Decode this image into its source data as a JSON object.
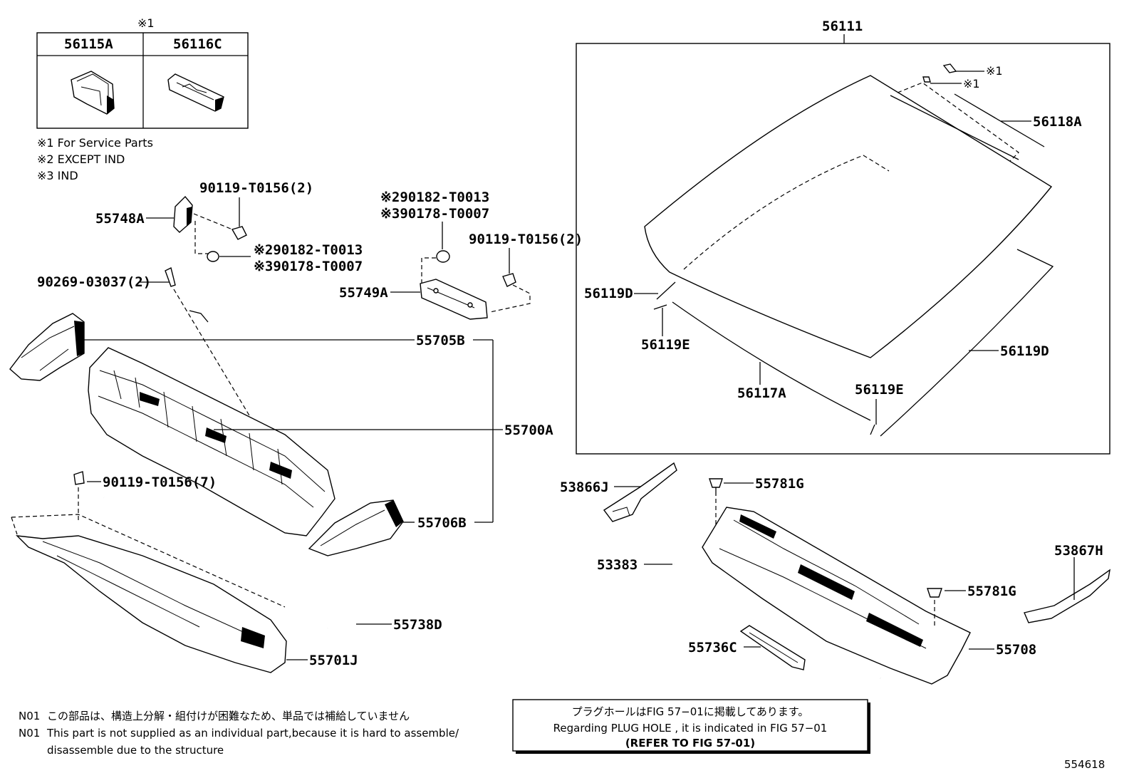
{
  "service_table": {
    "marker": "※1",
    "headers": [
      "56115A",
      "56116C"
    ]
  },
  "notes": {
    "note1": "※1 For Service Parts",
    "note2": "※2 EXCEPT IND",
    "note3": "※3 IND"
  },
  "labels": {
    "p56111": "56111",
    "p56118A": "56118A",
    "marker_a": "※1",
    "marker_b": "※1",
    "p56119D_left": "56119D",
    "p56119E_left": "56119E",
    "p56117A": "56117A",
    "p56119E_bottom": "56119E",
    "p56119D_right": "56119D",
    "p90119_top": "90119-T0156(2)",
    "p55748A": "55748A",
    "p90182_left": "※290182-T0013",
    "p90178_left": "※390178-T0007",
    "p90182_mid": "※290182-T0013",
    "p90178_mid": "※390178-T0007",
    "p90119_mid": "90119-T0156(2)",
    "p55749A": "55749A",
    "p90269": "90269-03037(2)",
    "p55705B": "55705B",
    "p55700A": "55700A",
    "p55706B": "55706B",
    "p90119_bottom": "90119-T0156(7)",
    "p55738D": "55738D",
    "p55701J": "55701J",
    "p53866J": "53866J",
    "p55781G_top": "55781G",
    "p53383": "53383",
    "p53867H": "53867H",
    "p55781G_bottom": "55781G",
    "p55736C": "55736C",
    "p55708": "55708"
  },
  "footnotes": {
    "jp_code": "N01",
    "jp_text": "この部品は、構造上分解・組付けが困難なため、単品では補給していません",
    "en_code": "N01",
    "en_line1": "This part is not supplied as an individual part,because it is hard to assemble/",
    "en_line2": "disassemble due to the structure"
  },
  "plug_box": {
    "line1": "プラグホールはFIG 57−01に掲載してあります。",
    "line2": "Regarding  PLUG  HOLE , it is indicated in FIG  57−01",
    "line3": "(REFER TO FIG 57-01)"
  },
  "figure_number": "554618"
}
